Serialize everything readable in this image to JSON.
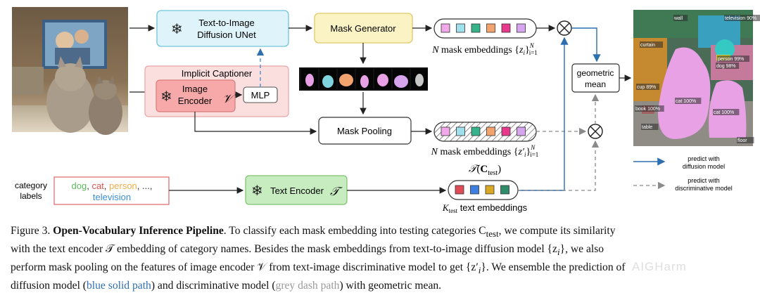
{
  "blocks": {
    "text_to_image": [
      "Text-to-Image",
      "Diffusion UNet"
    ],
    "mask_generator": "Mask Generator",
    "implicit_captioner": "Implicit Captioner",
    "image_encoder": [
      "Image",
      "Encoder"
    ],
    "image_encoder_symbol": "𝒱",
    "mlp": "MLP",
    "mask_pooling": "Mask Pooling",
    "text_encoder": "Text Encoder",
    "text_encoder_symbol": "𝒯",
    "geometric_mean": [
      "geometric",
      "mean"
    ]
  },
  "embeddings": {
    "mask_label": "N mask embeddings {z_i}_{i=1}^N",
    "mask_label_prime": "N mask embeddings {z'_i}_{i=1}^N",
    "text_label": "K_test text embeddings",
    "text_top_label": "𝒯(C_test)"
  },
  "category": {
    "label_line1": "category",
    "label_line2": "labels",
    "names": [
      {
        "text": "dog",
        "color": "#5cb85c"
      },
      {
        "text": "cat",
        "color": "#d9534f"
      },
      {
        "text": "person",
        "color": "#f0ad4e"
      },
      {
        "text": "...",
        "color": "#333333"
      },
      {
        "text": "television",
        "color": "#3b8fd6"
      }
    ]
  },
  "segmentation_labels": [
    "wall",
    "television 90%",
    "curtain",
    "person 99%",
    "dog 98%",
    "cup 89%",
    "cat 100%",
    "book 100%",
    "cat 100%",
    "table",
    "floor"
  ],
  "legend": {
    "solid": [
      "predict with",
      "diffusion model"
    ],
    "dashed": [
      "predict with",
      "discriminative model"
    ]
  },
  "colors": {
    "blue_path": "#2e6fb0",
    "grey_path": "#9a9a9a",
    "unet_fill": "#dff4fa",
    "unet_stroke": "#6fc3db",
    "mask_gen_fill": "#fcf3c4",
    "captioner_fill": "#fbdede",
    "image_encoder_fill": "#f7a9a9",
    "text_encoder_fill": "#c7ecc0",
    "embedding_swatches": [
      "#f2a9ea",
      "#9fe0ec",
      "#36b38a",
      "#f3a36e",
      "#e83a8d",
      "#d7a4ee"
    ],
    "text_swatches": [
      "#e04b58",
      "#3d7ee0",
      "#d9a827",
      "#2f8c6a"
    ]
  },
  "caption": {
    "figure_label": "Figure 3.",
    "title": "Open-Vocabulary Inference Pipeline",
    "line1_rest": ". To classify each mask embedding into testing categories C",
    "line1_sub": "test",
    "line1_tail": ", we compute its similarity",
    "line2": "with the text encoder 𝒯 embedding of category names. Besides the mask embeddings from text-to-image diffusion model {z",
    "line2_tail": "}, we also",
    "line3": "perform mask pooling on the features of image encoder 𝒱 from text-image discriminative model to get {z′",
    "line3_tail": "}. We ensemble the prediction of",
    "line4_pre": "diffusion model (",
    "line4_blue": "blue solid path",
    "line4_mid": ") and discriminative model (",
    "line4_grey": "grey dash path",
    "line4_post": ") with geometric mean."
  },
  "watermark": "AIGHarm"
}
